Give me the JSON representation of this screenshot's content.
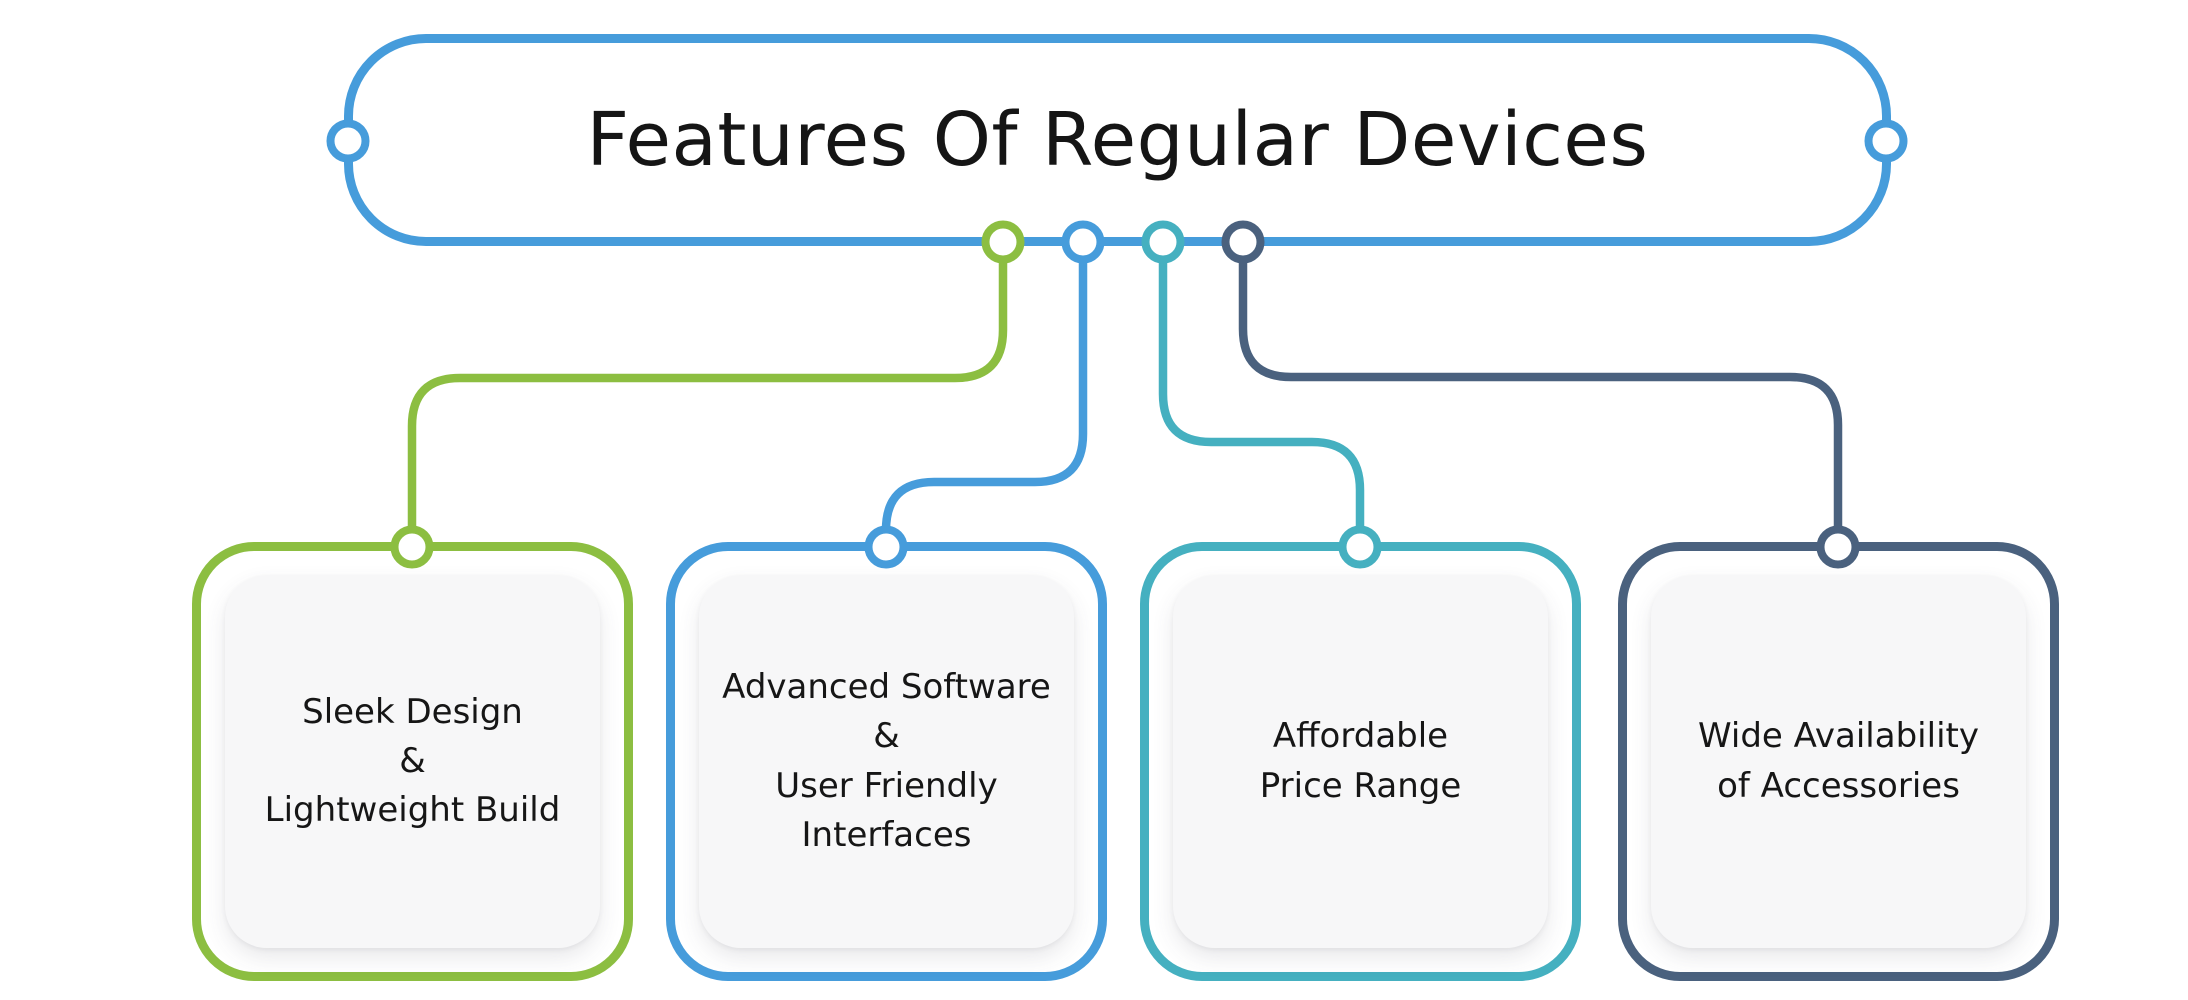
{
  "title": {
    "text": "Features Of Regular Devices"
  },
  "colors": {
    "title_border_blue": "#469CDB",
    "green": "#8CBE41",
    "blue": "#469CDB",
    "teal": "#45B0C0",
    "slate": "#4A617E",
    "text": "#151515",
    "panel_fill": "#F7F7F8",
    "background": "#FFFFFF"
  },
  "features": [
    {
      "id": "sleek-design",
      "color": "green",
      "lines": [
        "Sleek Design",
        "&",
        "Lightweight Build"
      ]
    },
    {
      "id": "advanced-software",
      "color": "blue",
      "lines": [
        "Advanced Software",
        "&",
        "User Friendly",
        "Interfaces"
      ]
    },
    {
      "id": "affordable-price",
      "color": "teal",
      "lines": [
        "Affordable",
        "Price Range"
      ]
    },
    {
      "id": "wide-availability",
      "color": "slate",
      "lines": [
        "Wide Availability",
        "of Accessories"
      ]
    }
  ]
}
